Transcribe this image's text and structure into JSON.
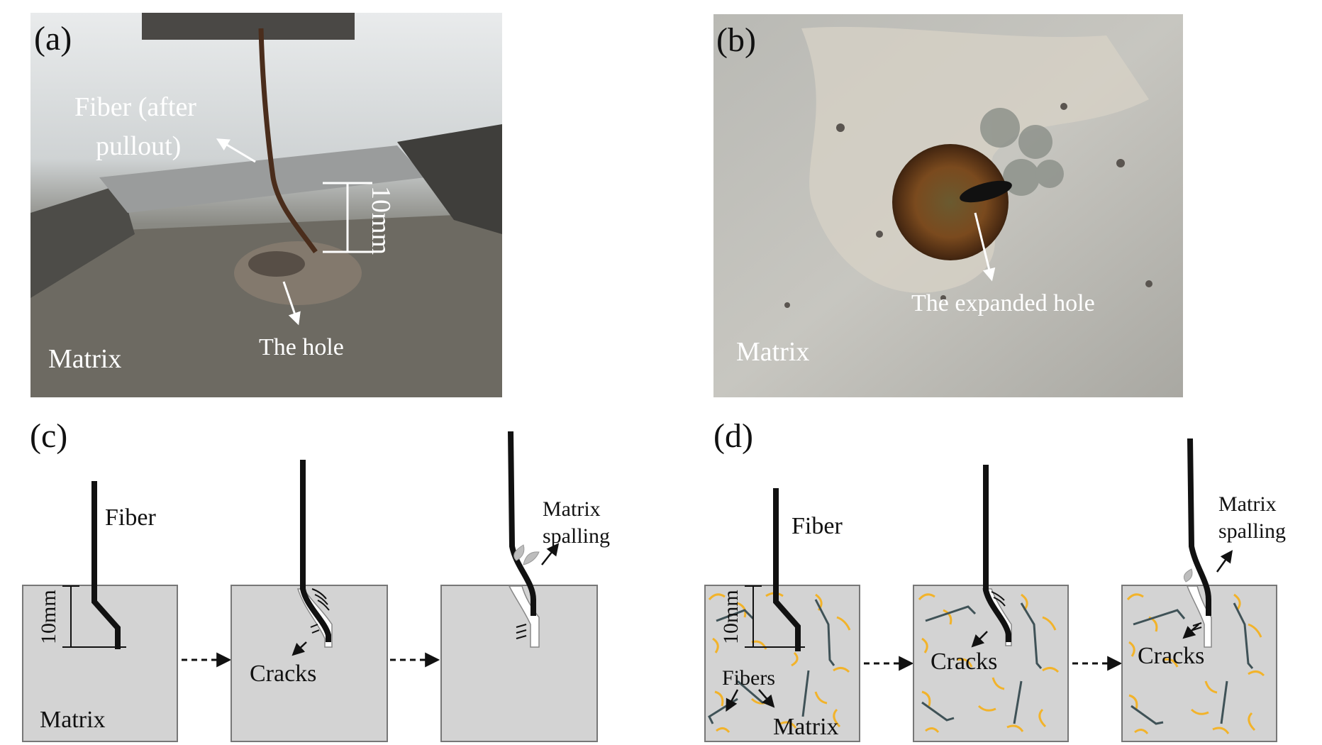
{
  "panels": {
    "a": {
      "label": "(a)",
      "fiber_text_1": "Fiber (after",
      "fiber_text_2": "pullout)",
      "dimension": "10mm",
      "hole": "The hole",
      "matrix": "Matrix"
    },
    "b": {
      "label": "(b)",
      "hole": "The expanded hole",
      "matrix": "Matrix"
    },
    "c": {
      "label": "(c)",
      "fiber": "Fiber",
      "dimension": "10mm",
      "cracks": "Cracks",
      "spalling_1": "Matrix",
      "spalling_2": "spalling",
      "matrix": "Matrix"
    },
    "d": {
      "label": "(d)",
      "fiber": "Fiber",
      "dimension": "10mm",
      "cracks_1": "Cracks",
      "cracks_2": "Cracks",
      "spalling_1": "Matrix",
      "spalling_2": "spalling",
      "fibers": "Fibers",
      "matrix": "Matrix"
    }
  },
  "colors": {
    "matrix_fill": "#d3d3d3",
    "fiber": "#111111",
    "steel_fiber": "#3f5257",
    "synthetic_fiber": "#f2b32a"
  }
}
